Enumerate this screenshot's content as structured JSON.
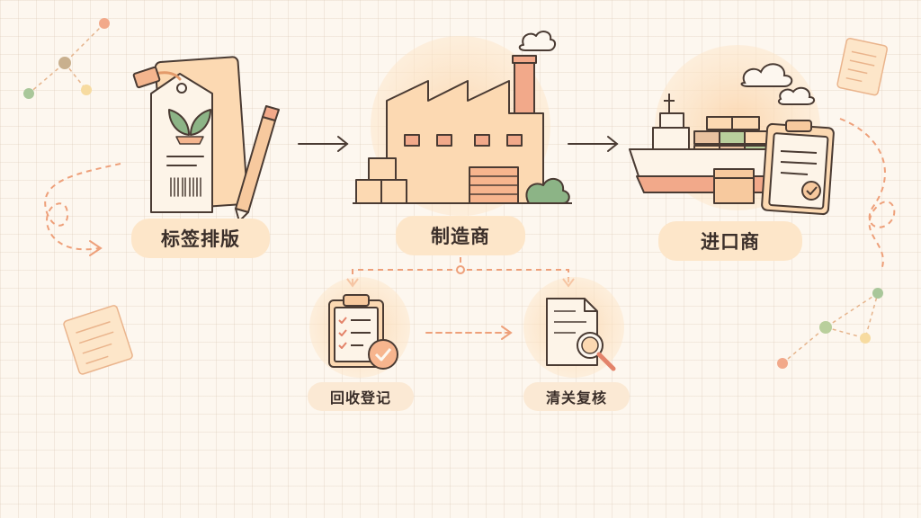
{
  "nodes": {
    "label_layout": "标签排版",
    "manufacturer": "制造商",
    "importer": "进口商",
    "recall_registration": "回收登记",
    "customs_review": "清关复核"
  },
  "colors": {
    "background": "#fdf7ef",
    "pill": "#fde6c9",
    "outline": "#4a3b33",
    "peach": "#f7c99e",
    "accent_orange": "#f0a070",
    "green": "#7fa87a",
    "text": "#3b2f2a"
  }
}
